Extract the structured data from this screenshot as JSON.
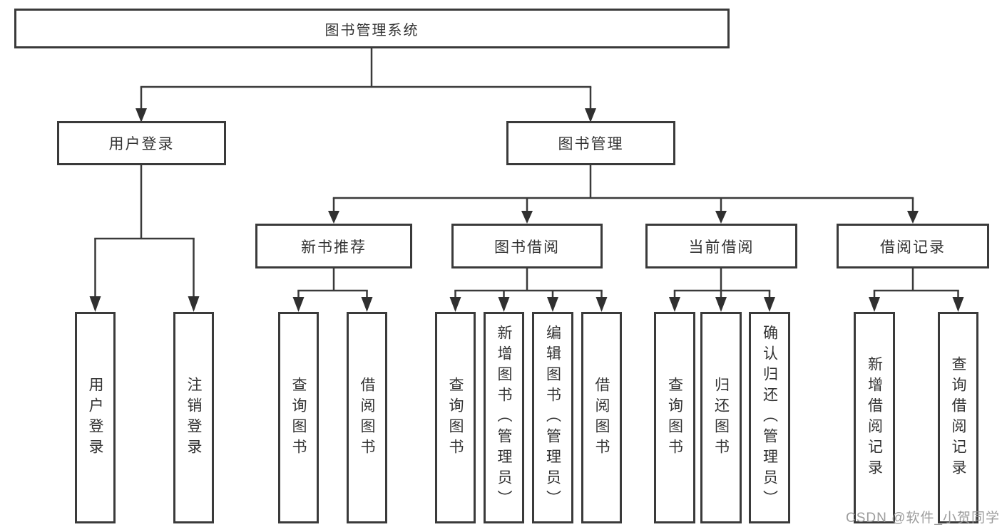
{
  "colors": {
    "line": "#3a3a3a",
    "text": "#333333",
    "box_background": "#ffffff",
    "watermark": "#949494"
  },
  "nodes": {
    "root": "图书管理系统",
    "user_login": {
      "label": "用户登录",
      "children": [
        "用户登录",
        "注销登录"
      ]
    },
    "book_mgmt": {
      "label": "图书管理",
      "children": {
        "new_book": {
          "label": "新书推荐",
          "children": [
            "查询图书",
            "借阅图书"
          ]
        },
        "book_borrow": {
          "label": "图书借阅",
          "children": [
            "查询图书",
            "新增图书（管理员）",
            "编辑图书（管理员）",
            "借阅图书"
          ]
        },
        "current_borrow": {
          "label": "当前借阅",
          "children": [
            "查询图书",
            "归还图书",
            "确认归还（管理员）"
          ]
        },
        "borrow_record": {
          "label": "借阅记录",
          "children": [
            "新增借阅记录",
            "查询借阅记录"
          ]
        }
      }
    }
  },
  "watermark": "CSDN @软件_小贺同学"
}
